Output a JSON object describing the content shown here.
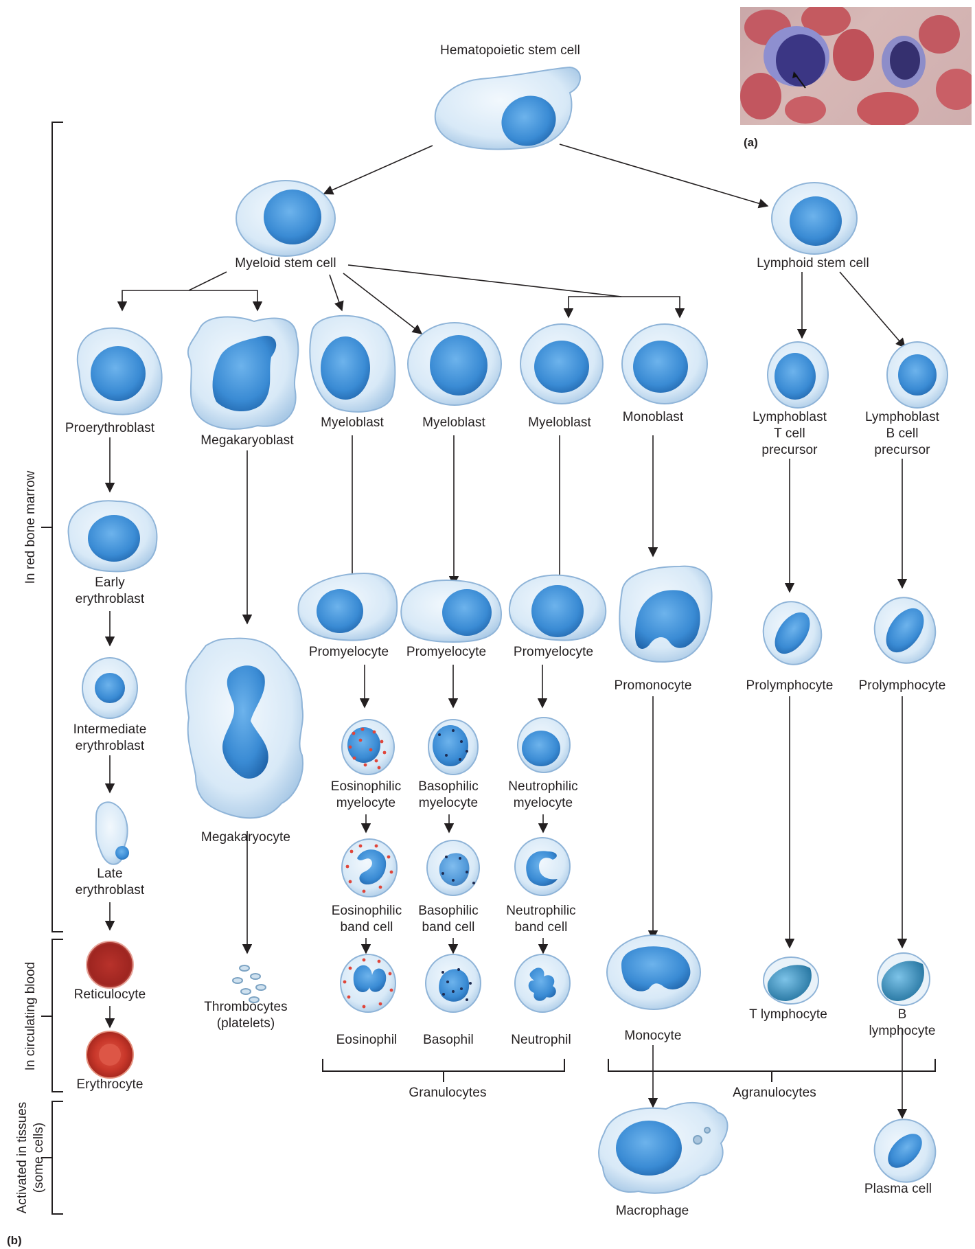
{
  "panel_a_label": "(a)",
  "panel_b_label": "(b)",
  "photo": {
    "description_icon": "blood-smear-micrograph-icon"
  },
  "regions": {
    "bone_marrow": "In red bone marrow",
    "circulating": "In circulating blood",
    "tissues": "Activated in tissues\n(some cells)"
  },
  "cells": {
    "hsc": "Hematopoietic stem cell",
    "myeloid": "Myeloid stem cell",
    "lymphoid": "Lymphoid stem cell",
    "proerythroblast": "Proerythroblast",
    "megakaryoblast": "Megakaryoblast",
    "myeloblast_1": "Myeloblast",
    "myeloblast_2": "Myeloblast",
    "myeloblast_3": "Myeloblast",
    "monoblast": "Monoblast",
    "lymphoblast_t": "Lymphoblast\nT cell\nprecursor",
    "lymphoblast_b": "Lymphoblast\nB cell\nprecursor",
    "early_erythroblast": "Early\nerythroblast",
    "intermediate_erythroblast": "Intermediate\nerythroblast",
    "late_erythroblast": "Late\nerythroblast",
    "reticulocyte": "Reticulocyte",
    "erythrocyte": "Erythrocyte",
    "megakaryocyte": "Megakaryocyte",
    "thrombocytes": "Thrombocytes\n(platelets)",
    "promyelocyte_1": "Promyelocyte",
    "promyelocyte_2": "Promyelocyte",
    "promyelocyte_3": "Promyelocyte",
    "promonocyte": "Promonocyte",
    "prolymphocyte_t": "Prolymphocyte",
    "prolymphocyte_b": "Prolymphocyte",
    "eos_myelocyte": "Eosinophilic\nmyelocyte",
    "baso_myelocyte": "Basophilic\nmyelocyte",
    "neut_myelocyte": "Neutrophilic\nmyelocyte",
    "eos_band": "Eosinophilic\nband cell",
    "baso_band": "Basophilic\nband cell",
    "neut_band": "Neutrophilic\nband cell",
    "eosinophil": "Eosinophil",
    "basophil": "Basophil",
    "neutrophil": "Neutrophil",
    "monocyte": "Monocyte",
    "t_lymphocyte": "T lymphocyte",
    "b_lymphocyte": "B lymphocyte",
    "macrophage": "Macrophage",
    "plasma_cell": "Plasma cell"
  },
  "groups": {
    "granulocytes": "Granulocytes",
    "agranulocytes": "Agranulocytes"
  },
  "colors": {
    "cytoplasm": "#d6e8f6",
    "cytoplasm_edge": "#8fb4d8",
    "nucleus": "#3f8fd6",
    "nucleus_dark": "#1f6bb4",
    "rbc": "#c7362a",
    "eos_granule": "#e0453a",
    "arrow": "#231f20"
  }
}
